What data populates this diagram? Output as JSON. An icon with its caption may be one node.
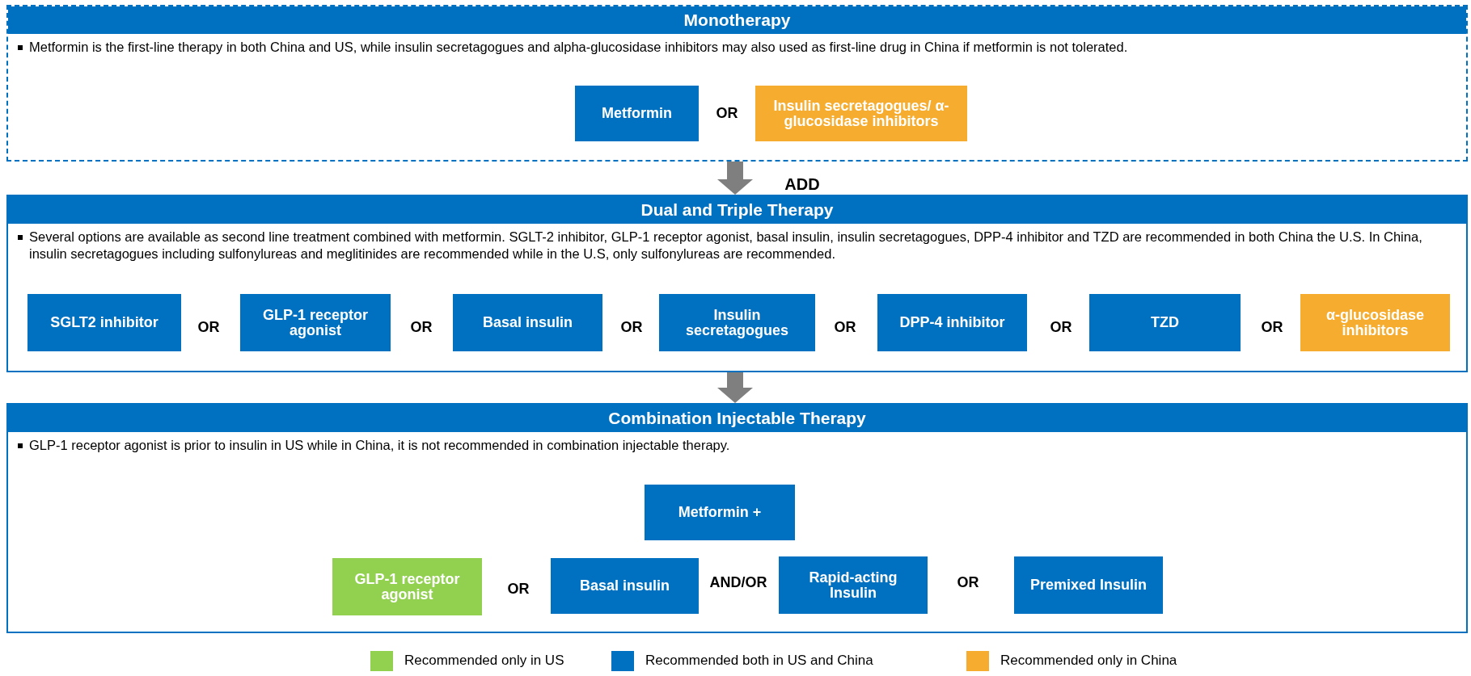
{
  "diagram": {
    "nodes": [
      {
        "text": [
          "Monotherapy",
          "Metformin is the first-line therapy in both China and US, while insulin secretagogues and alpha-glucosidase inhibitors may also used as first-line drug in China if metformin is not tolerated."
        ]
      },
      {
        "text": [
          "Metformin"
        ],
        "in": 0
      },
      {
        "text": [
          "Insulin secretagogues/ α-glucosidase inhibitors"
        ],
        "in": 0
      },
      {
        "text": [
          "Dual and Triple Therapy",
          "Several options are available as second line treatment combined with metformin. SGLT-2 inhibitor, GLP-1 receptor agonist, basal insulin, insulin secretagogues, DPP-4 inhibitor and TZD are recommended in both China the U.S. In China, insulin secretagogues including sulfonylureas and meglitinides are recommended while in the U.S, only sulfonylureas are recommended."
        ]
      },
      {
        "text": [
          "SGLT2 inhibitor"
        ],
        "in": 3
      },
      {
        "text": [
          "GLP-1 receptor agonist"
        ],
        "in": 3
      },
      {
        "text": [
          "Basal insulin"
        ],
        "in": 3
      },
      {
        "text": [
          "Insulin secretagogues"
        ],
        "in": 3
      },
      {
        "text": [
          "DPP-4 inhibitor"
        ],
        "in": 3
      },
      {
        "text": [
          "TZD"
        ],
        "in": 3
      },
      {
        "text": [
          "α-glucosidase inhibitors"
        ],
        "in": 3
      },
      {
        "text": [
          "Combination Injectable Therapy",
          "GLP-1 receptor agonist is prior to insulin in US while in China, it is not recommended in combination injectable therapy."
        ]
      },
      {
        "text": [
          "Metformin +"
        ],
        "in": 11
      },
      {
        "text": [
          "GLP-1 receptor agonist"
        ],
        "in": 11
      },
      {
        "text": [
          "Basal insulin"
        ],
        "in": 11
      },
      {
        "text": [
          "Rapid-acting Insulin"
        ],
        "in": 11
      },
      {
        "text": [
          "Premixed Insulin"
        ],
        "in": 11
      }
    ],
    "edges": [
      {
        "from": 0,
        "to": 3,
        "arrow": "to",
        "label": "ADD"
      },
      {
        "from": 3,
        "to": 11,
        "arrow": "to"
      }
    ],
    "labels": [
      "OR",
      "OR",
      "OR",
      "OR",
      "OR",
      "OR",
      "OR",
      "OR",
      "AND/OR",
      "OR"
    ],
    "legend": [
      {
        "text": "Recommended only in US",
        "color": "#92d050"
      },
      {
        "text": "Recommended both in US and China",
        "color": "#0070c0"
      },
      {
        "text": "Recommended only in China",
        "color": "#f5ac2f"
      }
    ]
  }
}
